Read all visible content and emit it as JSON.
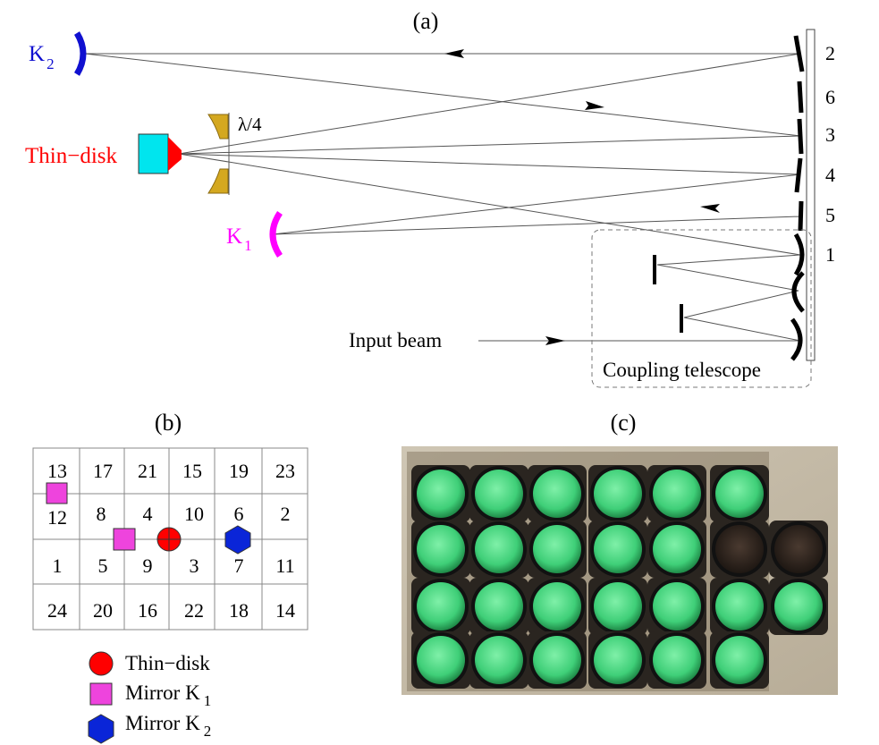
{
  "panel_a": {
    "label": "(a)",
    "k2": {
      "main": "K",
      "sub": "2"
    },
    "k1": {
      "main": "K",
      "sub": "1"
    },
    "thin_disk": "Thin−disk",
    "lambda": "λ/4",
    "mirror_numbers": [
      "2",
      "6",
      "3",
      "4",
      "5",
      "1"
    ],
    "input_beam": "Input beam",
    "coupling_telescope": "Coupling telescope"
  },
  "panel_b": {
    "label": "(b)",
    "grid": [
      [
        "13",
        "17",
        "21",
        "15",
        "19",
        "23"
      ],
      [
        "12",
        "8",
        "4",
        "10",
        "6",
        "2"
      ],
      [
        "1",
        "5",
        "9",
        "3",
        "7",
        "11"
      ],
      [
        "24",
        "20",
        "16",
        "22",
        "18",
        "14"
      ]
    ],
    "legend": {
      "thin_disk": "Thin−disk",
      "mirror_k1": {
        "main": "Mirror K",
        "sub": "1"
      },
      "mirror_k2": {
        "main": "Mirror K",
        "sub": "2"
      }
    }
  },
  "panel_c": {
    "label": "(c)"
  },
  "colors": {
    "k2": "#1010d0",
    "k1": "#ff00ff",
    "thin_disk": "#ff0000",
    "disk_body": "#00e5ee",
    "waveplate": "#d4a820",
    "hexagon": "#0a25d8",
    "square": "#ee44dd"
  }
}
